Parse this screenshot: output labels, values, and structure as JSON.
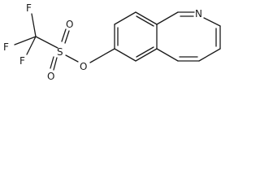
{
  "molecule": {
    "atoms": {
      "f_top": "F",
      "f_left": "F",
      "f_bottom": "F",
      "sulfur": "S",
      "oxygen_upper": "O",
      "oxygen_lower": "O",
      "oxygen_bridge": "O",
      "nitrogen": "N"
    }
  }
}
